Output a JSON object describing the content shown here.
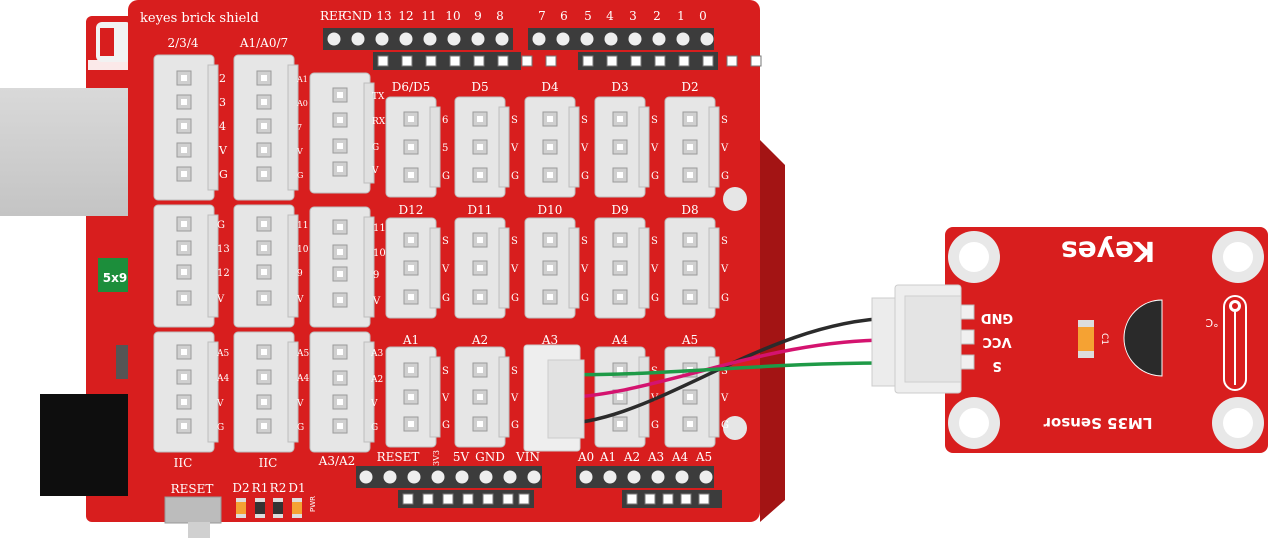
{
  "shield": {
    "title": "keyes brick shield",
    "top_header_left": [
      "REF",
      "GND",
      "13",
      "12",
      "11",
      "10",
      "9",
      "8"
    ],
    "top_header_right": [
      "7",
      "6",
      "5",
      "4",
      "3",
      "2",
      "1",
      "0"
    ],
    "left_col_labels": [
      "2/3/4",
      "A1/A0/7"
    ],
    "col1_top_pins": [
      "2",
      "3",
      "4",
      "V",
      "G"
    ],
    "col2_top_pins": [
      "A1",
      "A0",
      "7",
      "V",
      "G"
    ],
    "col1_mid_pins": [
      "G",
      "13",
      "12",
      "V"
    ],
    "col2_mid_pins": [
      "11",
      "10",
      "9",
      "V"
    ],
    "col1_bot_pins": [
      "A5",
      "A4",
      "V",
      "G"
    ],
    "col2_bot_pins": [
      "A5",
      "A4",
      "V",
      "G"
    ],
    "col3_top_pins": [
      "TX",
      "RX",
      "G",
      "V"
    ],
    "col3_mid_pins": [
      "11",
      "10",
      "9",
      "V"
    ],
    "col3_bot_pins": [
      "A3",
      "A2",
      "V",
      "G"
    ],
    "bottom_col_labels": [
      "IIC",
      "IIC",
      "A3/A2"
    ],
    "row1_labels": [
      "D6/D5",
      "D5",
      "D4",
      "D3",
      "D2"
    ],
    "row2_labels": [
      "D12",
      "D11",
      "D10",
      "D9",
      "D8"
    ],
    "row3_labels": [
      "A1",
      "A2",
      "A3",
      "A4",
      "A5"
    ],
    "d6d5_pins": [
      "6",
      "5",
      "G"
    ],
    "svg_pins": [
      "S",
      "V",
      "G"
    ],
    "power_header": [
      "RESET",
      "3V3",
      "5V",
      "GND",
      "VIN"
    ],
    "analog_header": [
      "A0",
      "A1",
      "A2",
      "A3",
      "A4",
      "A5"
    ],
    "reset_label": "RESET",
    "led_labels": [
      "D2",
      "R1",
      "R2",
      "D1"
    ],
    "pwr_label": "PWR",
    "chip_label": "5x9"
  },
  "sensor": {
    "brand": "Keyes",
    "name": "LM35 Sensor",
    "pins": [
      "GND",
      "VCC",
      "S"
    ],
    "cap_label": "C1",
    "degree_label": "°C"
  },
  "colors": {
    "board_red": "#d81e1e",
    "board_red_dark": "#a31414",
    "connector": "#e6e6e6",
    "header": "#3c3c3c",
    "wire_black": "#2b2b2b",
    "wire_pink": "#d4136f",
    "wire_green": "#1e9a47"
  }
}
